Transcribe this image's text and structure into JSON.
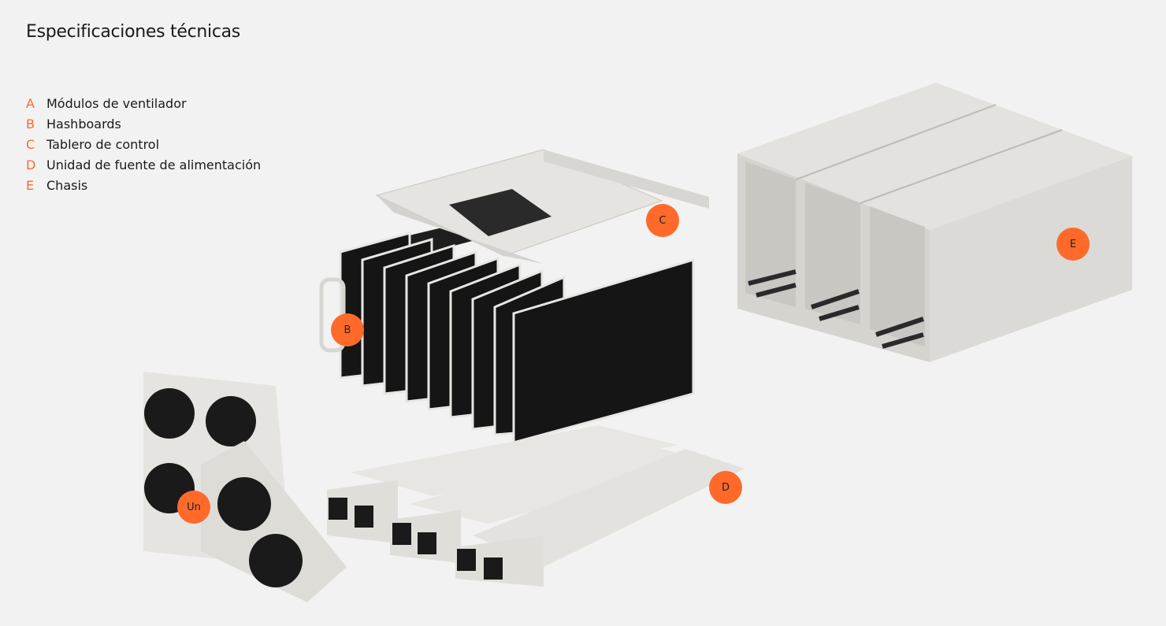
{
  "title": "Especificaciones técnicas",
  "legend": [
    {
      "letter": "A",
      "label": "Módulos de ventilador"
    },
    {
      "letter": "B",
      "label": "Hashboards"
    },
    {
      "letter": "C",
      "label": "Tablero de control"
    },
    {
      "letter": "D",
      "label": "Unidad de fuente de alimentación"
    },
    {
      "letter": "E",
      "label": "Chasis"
    }
  ],
  "markers": {
    "a": "Un",
    "b": "B",
    "c": "C",
    "d": "D",
    "e": "E"
  },
  "colors": {
    "accent": "#ff6a2b",
    "background": "#f2f2f2"
  }
}
